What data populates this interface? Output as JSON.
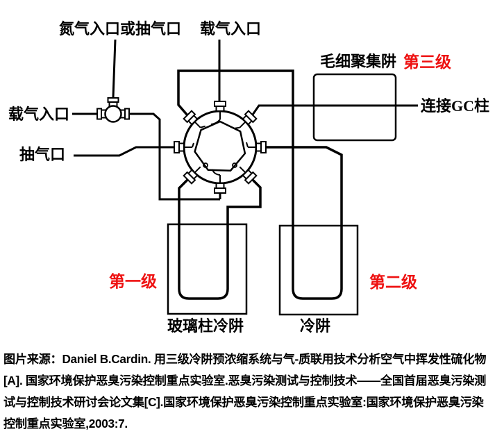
{
  "diagram": {
    "labels": {
      "nitrogen_inlet": "氮气入口或抽气口",
      "carrier_gas_top": "载气入口",
      "carrier_gas_left": "载气入口",
      "pump_port": "抽气口",
      "capillary_trap": "毛细聚集阱",
      "stage3": "第三级",
      "gc_column": "连接GC柱",
      "stage1": "第一级",
      "stage2": "第二级",
      "glass_trap": "玻璃柱冷阱",
      "cold_trap": "冷阱"
    },
    "colors": {
      "stage_label": "#ee1111",
      "line": "#000000"
    }
  },
  "caption": {
    "lines": [
      "图片来源：Daniel B.Cardin. 用三级冷阱预浓缩系统与气-质联用技术分析空气中挥发性硫化物",
      "[A]. 国家环境保护恶臭污染控制重点实验室.恶臭污染测试与控制技术——全国首届恶臭污染测",
      "试与控制技术研讨会论文集[C].国家环境保护恶臭污染控制重点实验室:国家环境保护恶臭污染",
      "控制重点实验室,2003:7."
    ]
  }
}
